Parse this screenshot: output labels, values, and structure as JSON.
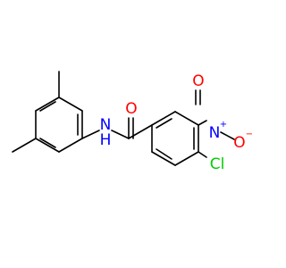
{
  "molecule": {
    "atoms": {
      "amide_o": {
        "symbol": "O",
        "color": "#ff0000"
      },
      "amide_n": {
        "symbol": "N",
        "color": "#0000ff"
      },
      "amide_h": {
        "symbol": "H",
        "color": "#0000ff"
      },
      "nitro_n": {
        "symbol": "N",
        "color": "#0000ff",
        "charge": "+"
      },
      "nitro_o1": {
        "symbol": "O",
        "color": "#ff0000"
      },
      "nitro_o2": {
        "symbol": "O",
        "color": "#ff0000",
        "charge": "−"
      },
      "chlorine": {
        "symbol": "Cl",
        "color": "#00cc00"
      }
    }
  }
}
